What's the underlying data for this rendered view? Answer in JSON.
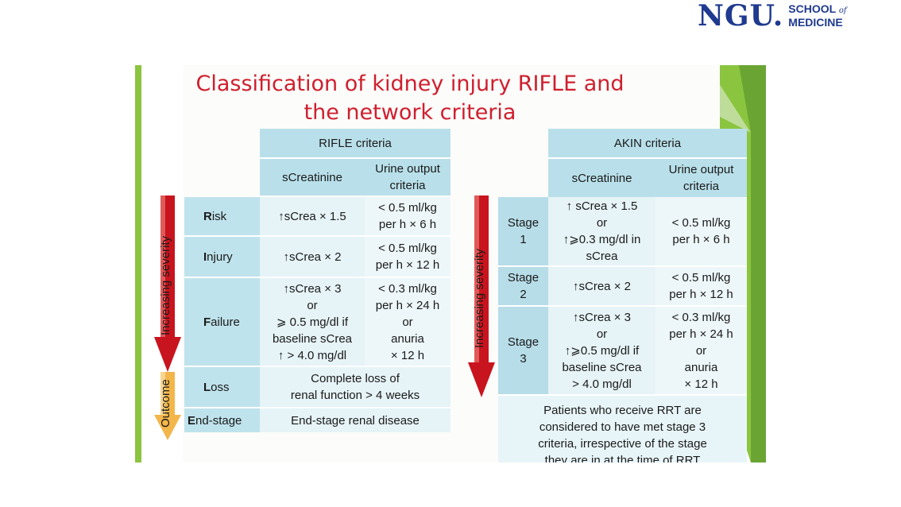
{
  "logo": {
    "primary": "NGU.",
    "school_line1": "SCHOOL",
    "school_of": "of",
    "school_line2": "MEDICINE"
  },
  "slide": {
    "title": "Classification of kidney injury RIFLE and the network criteria",
    "colors": {
      "title": "#cf1f2e",
      "header": "#b9e0ea",
      "arrow": "#c8141e",
      "accent_green": "#8bc53f"
    },
    "rifle": {
      "header": "RIFLE criteria",
      "col1": "sCreatinine",
      "col2": "Urine output\ncriteria",
      "side_severity": "Increasing severity",
      "side_outcome": "Outcome",
      "rows": [
        {
          "label_first": "R",
          "label_rest": "isk",
          "screat": "↑sCrea × 1.5",
          "urine": "< 0.5 ml/kg\nper h × 6 h"
        },
        {
          "label_first": "I",
          "label_rest": "njury",
          "screat": "↑sCrea × 2",
          "urine": "< 0.5 ml/kg\nper h × 12 h"
        },
        {
          "label_first": "F",
          "label_rest": "ailure",
          "screat": "↑sCrea × 3\nor\n⩾ 0.5 mg/dl if\nbaseline sCrea\n↑ > 4.0 mg/dl",
          "urine": "< 0.3 ml/kg\nper h × 24 h\nor\nanuria\n× 12 h"
        },
        {
          "label_first": "L",
          "label_rest": "oss",
          "merged": "Complete loss of\nrenal function > 4 weeks"
        },
        {
          "label_first": "E",
          "label_rest": "nd-stage",
          "merged": "End-stage renal disease"
        }
      ]
    },
    "akin": {
      "header": "AKIN criteria",
      "col1": "sCreatinine",
      "col2": "Urine output\ncriteria",
      "side_severity": "Increasing severity",
      "rows": [
        {
          "stage": "Stage\n1",
          "screat": "↑ sCrea × 1.5\nor\n↑⩾0.3 mg/dl in\nsCrea",
          "urine": "< 0.5 ml/kg\nper h × 6 h"
        },
        {
          "stage": "Stage\n2",
          "screat": "↑sCrea × 2",
          "urine": "< 0.5 ml/kg\nper h × 12 h"
        },
        {
          "stage": "Stage\n3",
          "screat": "↑sCrea × 3\nor\n↑⩾0.5 mg/dl if\nbaseline sCrea\n> 4.0 mg/dl",
          "urine": "< 0.3 ml/kg\nper h × 24 h\nor\nanuria\n× 12 h"
        }
      ],
      "note": "Patients who receive RRT are\nconsidered to have met stage 3\ncriteria, irrespective of the stage\nthey are in at the time of RRT"
    }
  }
}
